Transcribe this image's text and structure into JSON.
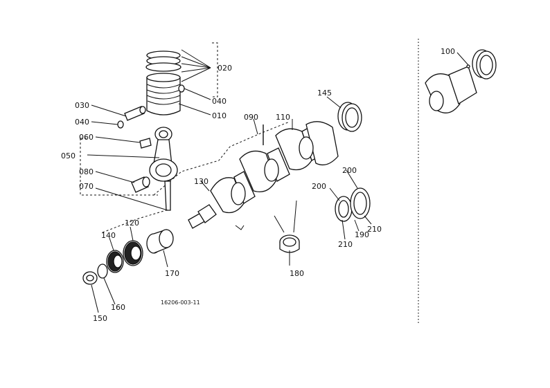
{
  "drawing_code": "16206-003-11",
  "callouts": {
    "p020": "020",
    "p040a": "040",
    "p010": "010",
    "p030": "030",
    "p040b": "040",
    "p060": "060",
    "p050": "050",
    "p080": "080",
    "p070": "070",
    "p090": "090",
    "p110": "110",
    "p145": "145",
    "p130": "130",
    "p120": "120",
    "p140": "140",
    "p170": "170",
    "p180": "180",
    "p150": "150",
    "p160": "160",
    "p200a": "200",
    "p200b": "200",
    "p210a": "210",
    "p210b": "210",
    "p190": "190",
    "p100": "100"
  }
}
